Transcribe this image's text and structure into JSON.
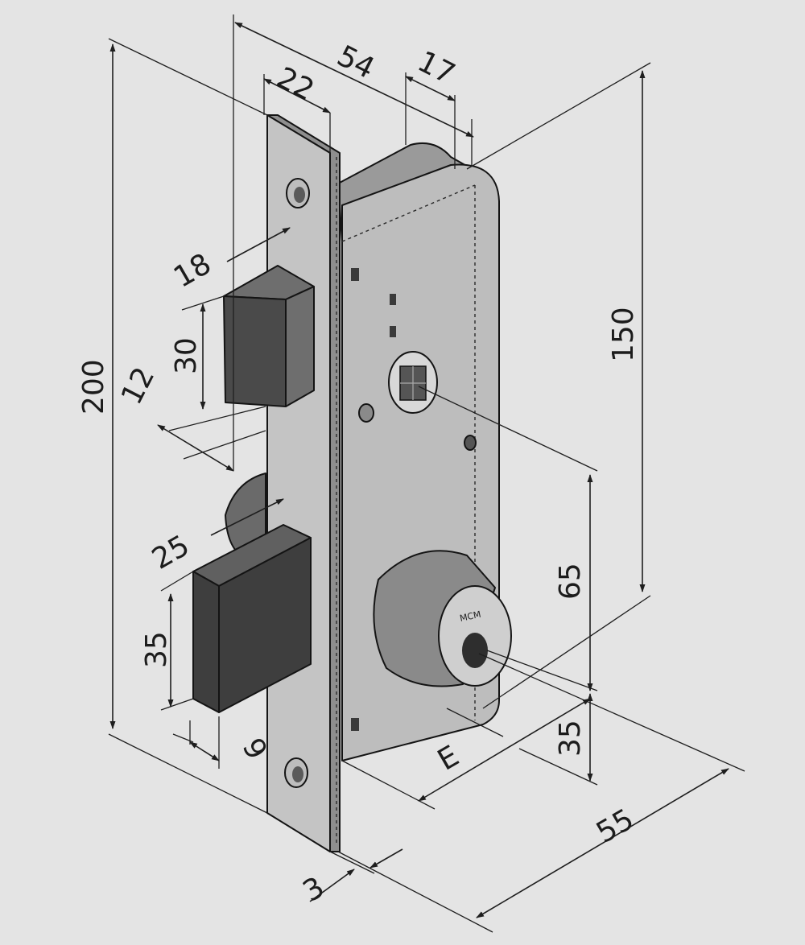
{
  "brand_label": "MCM",
  "colors": {
    "background": "#e4e4e4",
    "plate": "#c4c4c4",
    "plate_edge": "#8e8e8e",
    "case_front": "#bdbdbd",
    "case_side": "#9a9a9a",
    "latch_face": "#4a4a4a",
    "latch_top": "#6e6e6e",
    "bolt_face": "#3e3e3e",
    "bolt_top": "#606060",
    "cylinder": "#8a8a8a",
    "cylinder_face": "#cfcfcf",
    "ink": "#1c1c1c"
  },
  "dimensions": {
    "d54": "54",
    "d17": "17",
    "d22": "22",
    "d18": "18",
    "d30": "30",
    "d12": "12",
    "d200": "200",
    "d150": "150",
    "d25": "25",
    "d35_bolt": "35",
    "d65": "65",
    "d9": "9",
    "dE": "E",
    "d35_right": "35",
    "d55": "55",
    "d3": "3"
  }
}
